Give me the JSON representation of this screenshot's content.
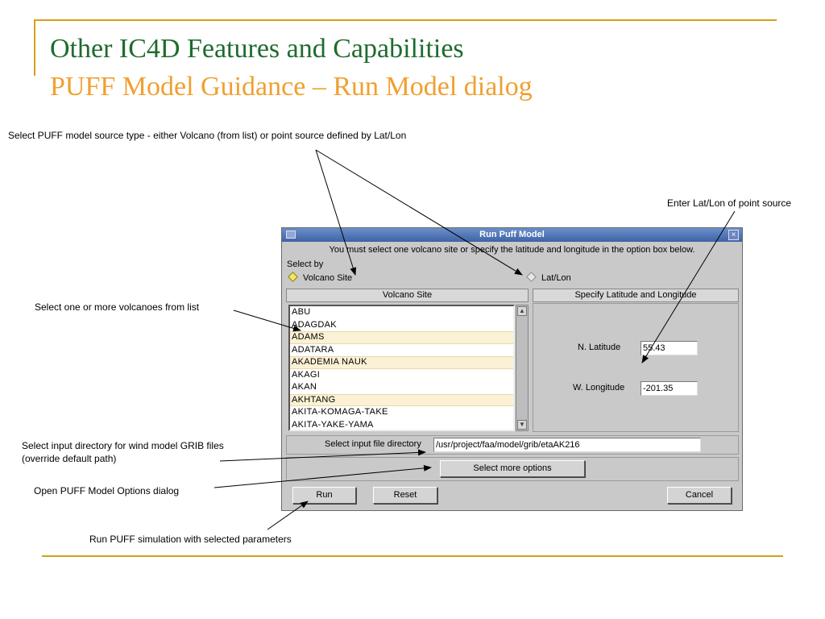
{
  "slide": {
    "title_line1": "Other IC4D Features and Capabilities",
    "title_line2": "PUFF Model Guidance – Run Model dialog"
  },
  "annotations": {
    "source_type": "Select PUFF model source type  - either Volcano (from list) or point source defined by Lat/Lon",
    "latlon": "Enter Lat/Lon of point source",
    "volcano_list": "Select one or more volcanoes from list",
    "input_dir_line1": "Select input directory for wind model GRIB files",
    "input_dir_line2": "(override default path)",
    "options": "Open PUFF Model Options dialog",
    "run": "Run PUFF simulation with selected parameters"
  },
  "dialog": {
    "title": "Run Puff Model",
    "close_glyph": "×",
    "instruction": "You must select one volcano site or specify the latitude and longitude in the option box below.",
    "select_by_label": "Select by",
    "radio_volcano": "Volcano Site",
    "radio_latlon": "Lat/Lon",
    "volcano_header": "Volcano Site",
    "latlon_header": "Specify Latitude and Longitude",
    "volcanoes": [
      {
        "name": "ABU",
        "selected": false
      },
      {
        "name": "ADAGDAK",
        "selected": false
      },
      {
        "name": "ADAMS",
        "selected": true
      },
      {
        "name": "ADATARA",
        "selected": false
      },
      {
        "name": "AKADEMIA NAUK",
        "selected": true
      },
      {
        "name": "AKAGI",
        "selected": false
      },
      {
        "name": "AKAN",
        "selected": false
      },
      {
        "name": "AKHTANG",
        "selected": true
      },
      {
        "name": "AKITA-KOMAGA-TAKE",
        "selected": false
      },
      {
        "name": "AKITA-YAKE-YAMA",
        "selected": false
      }
    ],
    "lat_label": "N. Latitude",
    "lat_value": "55.43",
    "lon_label": "W. Longitude",
    "lon_value": "-201.35",
    "input_dir_label": "Select input file directory",
    "input_dir_value": "/usr/project/faa/model/grib/etaAK216",
    "more_options_label": "Select more options",
    "run_label": "Run",
    "reset_label": "Reset",
    "cancel_label": "Cancel"
  },
  "colors": {
    "title_green": "#1e6b2e",
    "title_orange": "#f0a030",
    "rule_gold": "#d4a017",
    "selected_row": "#fbf1d4"
  }
}
